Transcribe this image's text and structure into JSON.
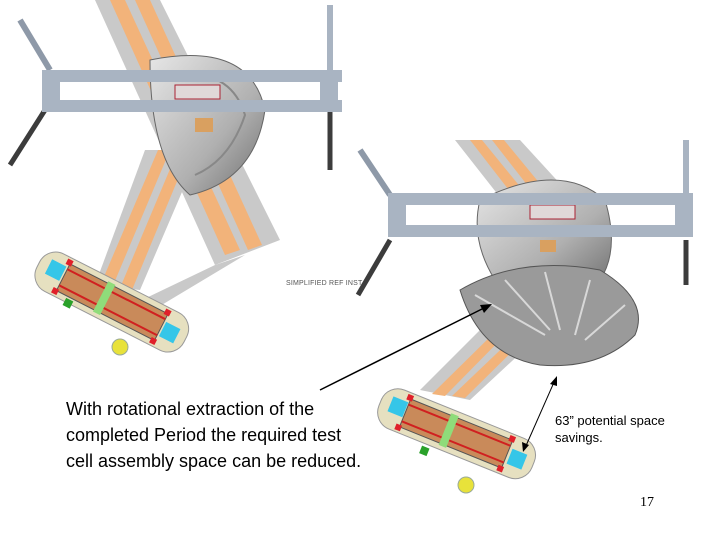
{
  "slide": {
    "main_text": "With rotational extraction of the completed Period the required test cell assembly space can be reduced.",
    "savings_text": "63” potential space savings.",
    "page_number": "17",
    "small_label": "SIMPLIFIED REF INST"
  },
  "colors": {
    "track_orange": "#f2b37a",
    "track_gray": "#c9c9c9",
    "frame_gray": "#a9b4c2",
    "cyan_block": "#35c6e8",
    "red_marker": "#e0202a",
    "green_marker": "#2aa12a",
    "copper": "#c98a5a"
  }
}
